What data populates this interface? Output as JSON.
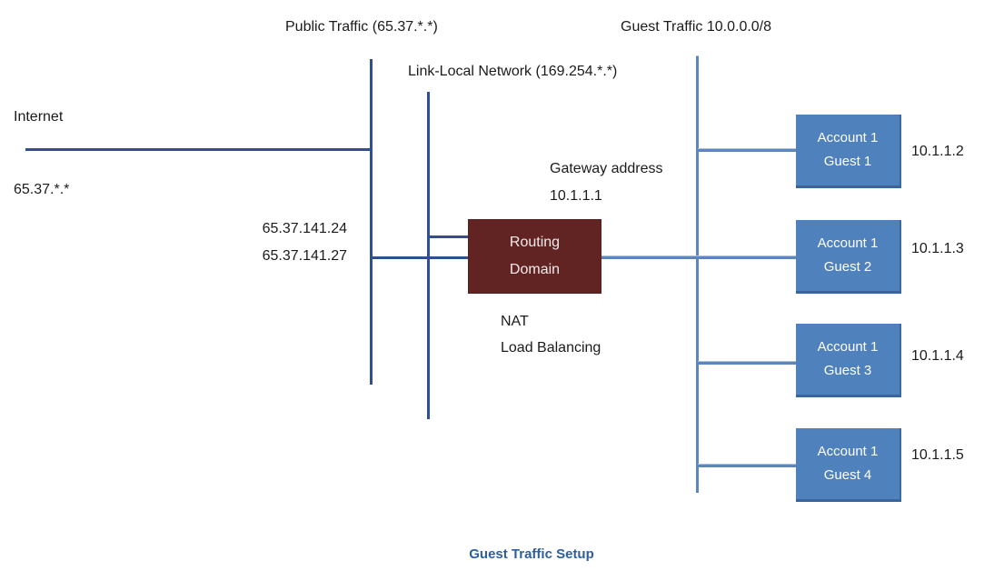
{
  "diagram": {
    "caption": "Guest Traffic Setup",
    "labels": {
      "public_traffic": "Public Traffic (65.37.*.*)",
      "guest_traffic": "Guest Traffic 10.0.0.0/8",
      "link_local": "Link-Local Network (169.254.*.*)",
      "internet": "Internet",
      "internet_range": "65.37.*.*",
      "nat_ip_1": "65.37.141.24",
      "nat_ip_2": "65.37.141.27",
      "gateway_title": "Gateway address",
      "gateway_ip": "10.1.1.1",
      "service_1": "NAT",
      "service_2": "Load Balancing"
    },
    "routing_domain": {
      "line1": "Routing",
      "line2": "Domain"
    },
    "guests": [
      {
        "account": "Account 1",
        "guest": "Guest 1",
        "ip": "10.1.1.2"
      },
      {
        "account": "Account 1",
        "guest": "Guest 2",
        "ip": "10.1.1.3"
      },
      {
        "account": "Account 1",
        "guest": "Guest 3",
        "ip": "10.1.1.4"
      },
      {
        "account": "Account 1",
        "guest": "Guest 4",
        "ip": "10.1.1.5"
      }
    ],
    "colors": {
      "dark_line": "#2f4f8e",
      "medium_line": "#5c87bb",
      "routing_fill": "#622423",
      "routing_text": "#f3ecec",
      "guest_fill": "#4f81bd",
      "guest_text": "#ffffff",
      "caption_text": "#2d5f9d",
      "label_text": "#1b1b1b",
      "background": "#ffffff"
    }
  }
}
